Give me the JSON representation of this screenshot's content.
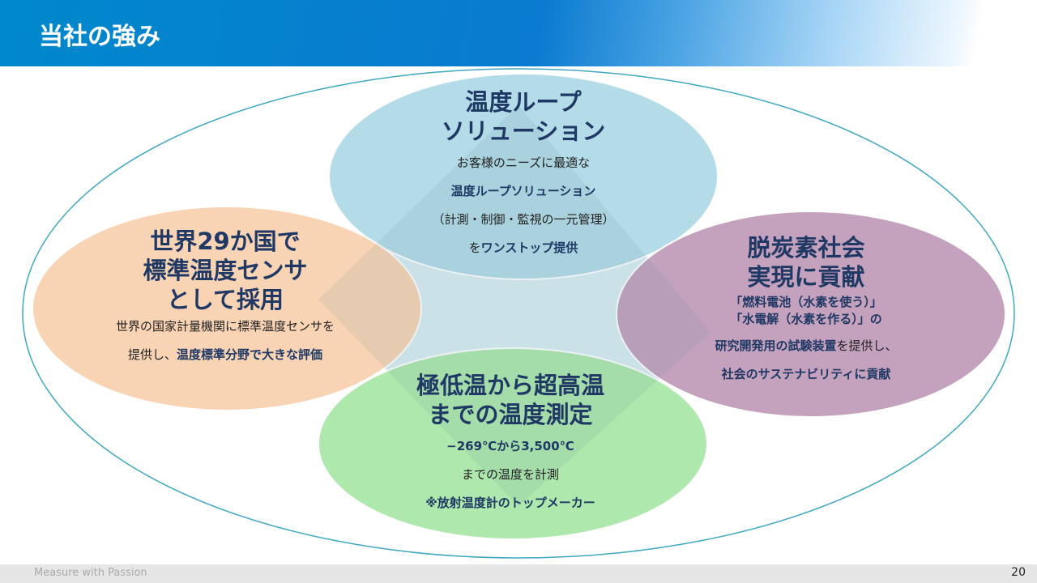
{
  "header": {
    "title": "当社の強み"
  },
  "top": {
    "title1": "温度ループ",
    "title2": "ソリューション",
    "line1": "お客様のニーズに最適な",
    "line2": "温度ループソリューション",
    "line3": "（計測・制御・監視の一元管理）",
    "line4a": "を",
    "line4b": "ワンストップ提供"
  },
  "left": {
    "title1": "世界29か国で",
    "title2": "標準温度センサ",
    "title3": "として採用",
    "line1": "世界の国家計量機関に標準温度センサを",
    "line2a": "提供し、",
    "line2b": "温度標準分野で大きな評価"
  },
  "right": {
    "title1": "脱炭素社会",
    "title2": "実現に貢献",
    "line1": "「燃料電池（水素を使う）」",
    "line2": "「水電解（水素を作る）」の",
    "line3a": "研究開発用の試験装置",
    "line3b": "を提供し、",
    "line4": "社会のサステナビリティに貢献"
  },
  "bottom": {
    "title1": "極低温から超高温",
    "title2": "までの温度測定",
    "line1a": "−269℃",
    "line1b": "から",
    "line1c": "3,500℃",
    "line2": "までの温度を計測",
    "line3": "※放射温度計のトップメーカー"
  },
  "footer": {
    "slogan": "Measure with Passion",
    "page": "20"
  }
}
